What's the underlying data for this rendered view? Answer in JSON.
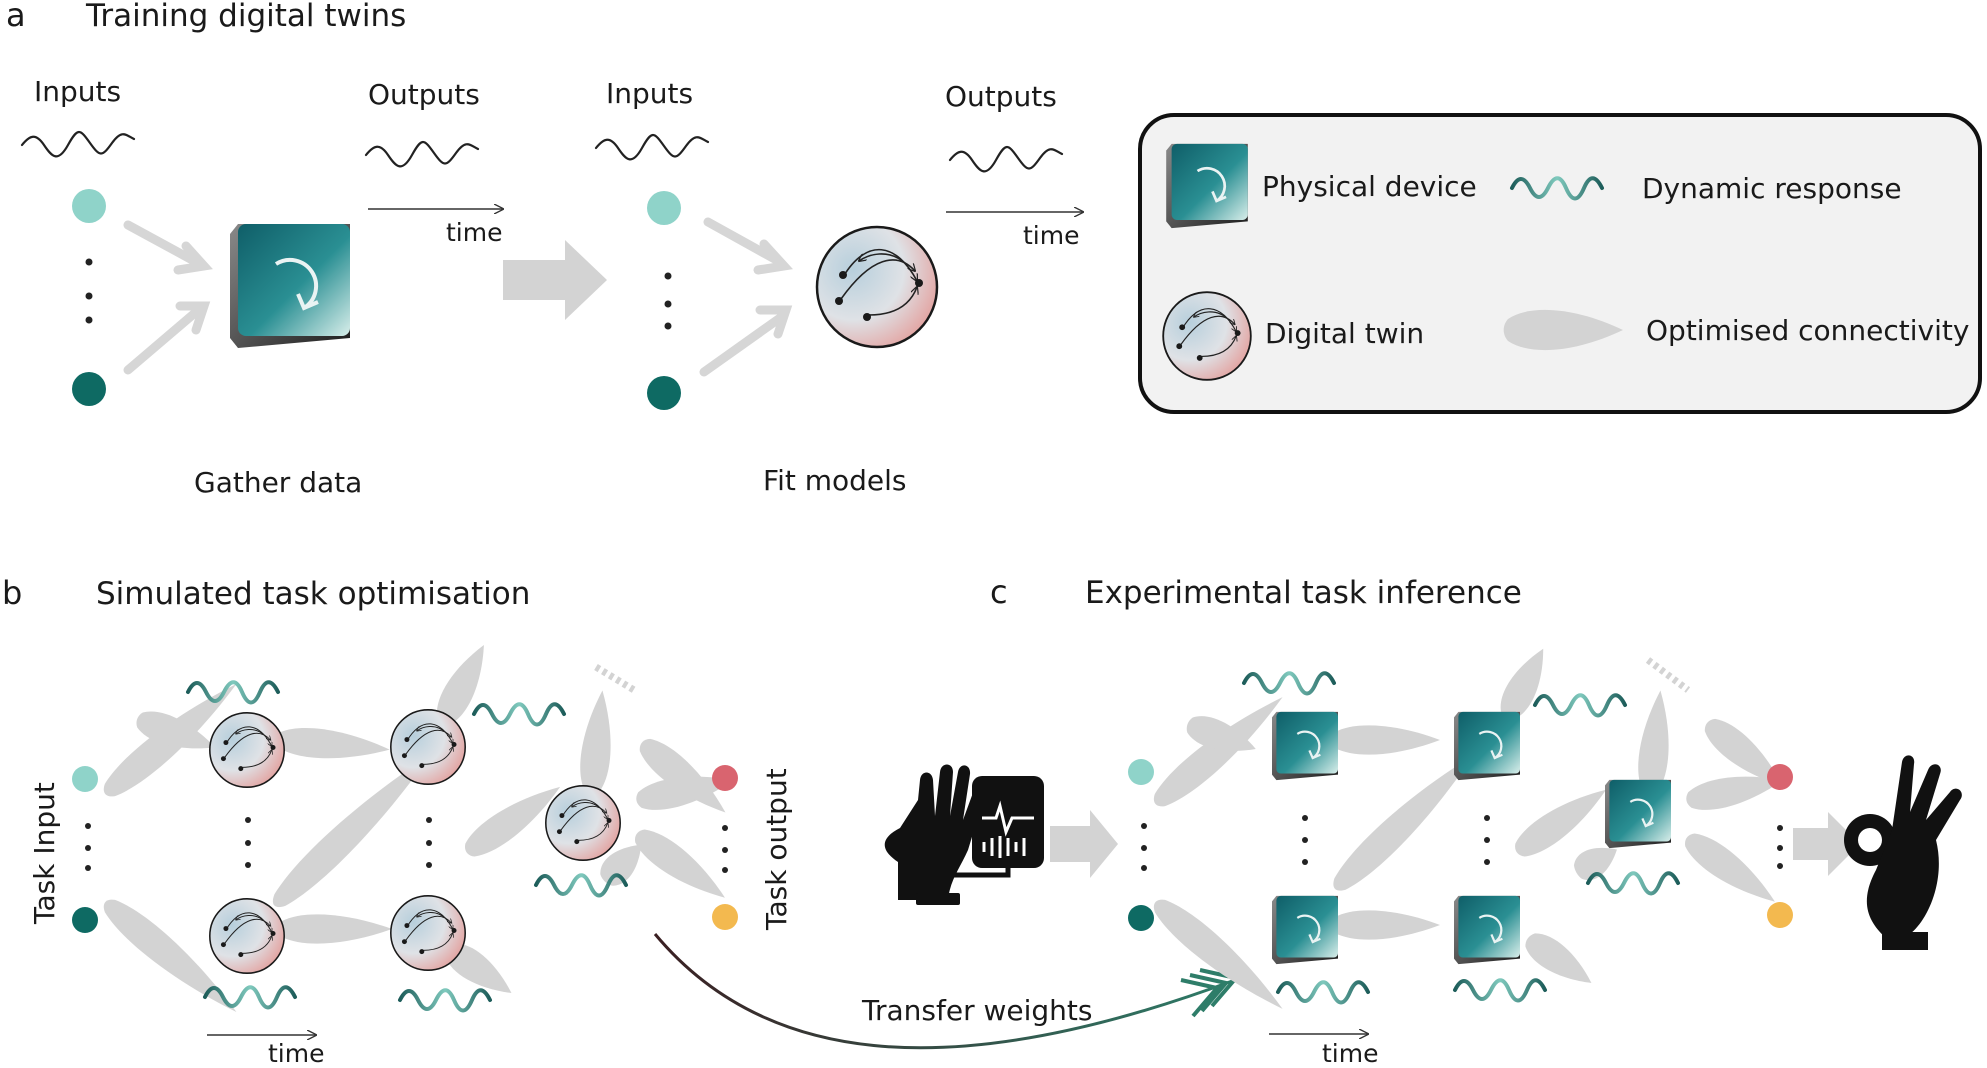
{
  "colors": {
    "teal_light": "#8fd3c9",
    "teal_dark": "#0e6a63",
    "device": "#1f7f86",
    "twin_blue": "#aac4d2",
    "twin_pink": "#e6a5a0",
    "output_red": "#d9646f",
    "output_orange": "#f3b94f",
    "arrow_grey": "#d6d6d6"
  },
  "panel_a": {
    "letter": "a",
    "title": "Training digital twins",
    "inputs_label_1": "Inputs",
    "outputs_label_1": "Outputs",
    "time_label_1": "time",
    "inputs_label_2": "Inputs",
    "outputs_label_2": "Outputs",
    "time_label_2": "time",
    "step_1": "Gather data",
    "step_2": "Fit models"
  },
  "legend": {
    "physical_device": "Physical device",
    "dynamic_response": "Dynamic response",
    "digital_twin": "Digital twin",
    "optimised_connectivity": "Optimised connectivity"
  },
  "panel_b": {
    "letter": "b",
    "title": "Simulated task optimisation",
    "task_input": "Task Input",
    "task_output": "Task output",
    "time_label": "time"
  },
  "panel_c": {
    "letter": "c",
    "title": "Experimental task inference",
    "time_label": "time"
  },
  "transfer_label": "Transfer weights",
  "icons": [
    "device-icon",
    "digital-twin-icon",
    "wave-icon",
    "hand-sensor-icon",
    "ok-hand-icon"
  ]
}
